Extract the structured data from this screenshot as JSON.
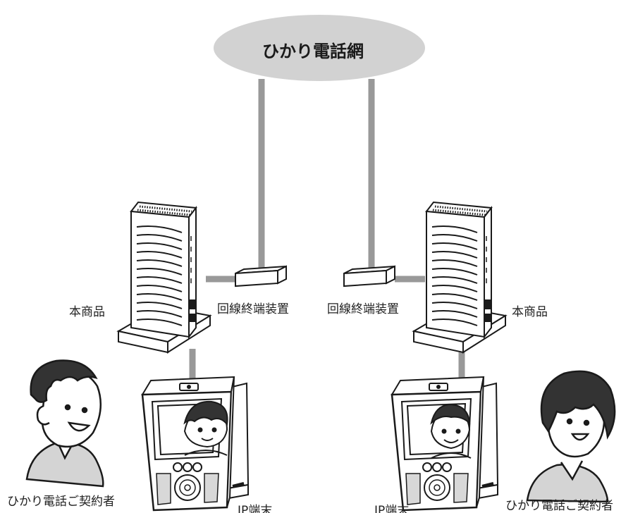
{
  "network": {
    "label": "ひかり電話網"
  },
  "left": {
    "router_label": "本商品",
    "ont_label": "回線終端装置",
    "ip_terminal_label": "IP端末",
    "user_label": "ひかり電話ご契約者"
  },
  "right": {
    "router_label": "本商品",
    "ont_label": "回線終端装置",
    "ip_terminal_label": "IP端末",
    "user_label": "ひかり電話ご契約者"
  },
  "colors": {
    "cloud": "#d2d2d2",
    "line": "#999999",
    "outline": "#1a1a1a",
    "device": "#ffffff"
  }
}
